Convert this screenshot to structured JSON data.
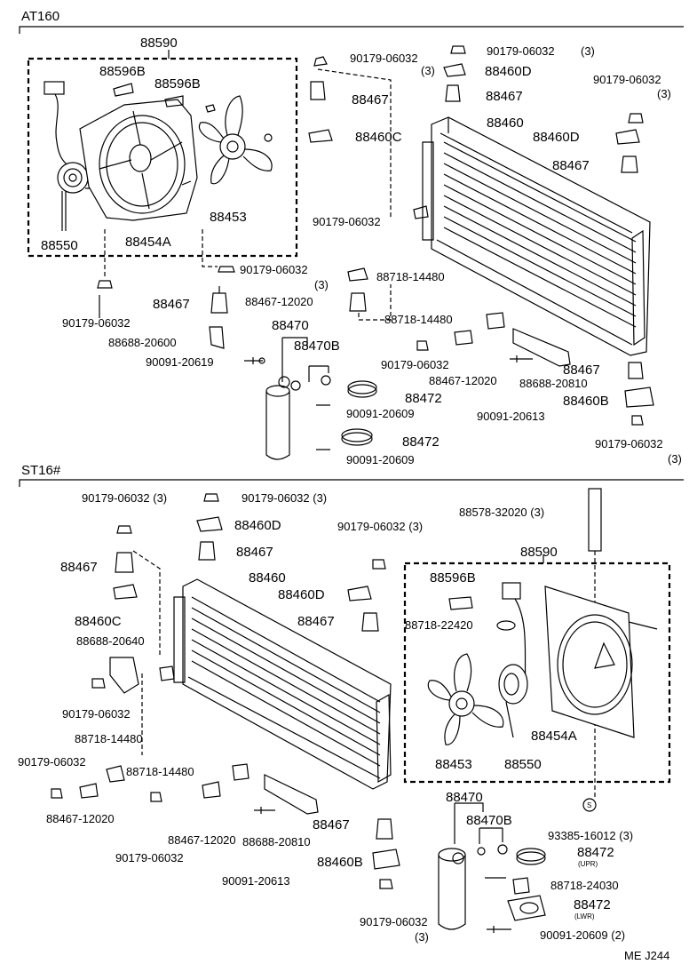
{
  "sections": {
    "upper": "AT160",
    "lower": "ST16#"
  },
  "footer_code": "ME J244",
  "upper": {
    "assy_88590": "88590",
    "shroud_clip_1": "88596B",
    "shroud_clip_2": "88596B",
    "motor": "88550",
    "shroud": "88454A",
    "fan": "88453",
    "nut_top_1": "90179-06032",
    "nut_top_2": "90179-06032",
    "nut_top_2_qty": "(3)",
    "bracket_d_top": "88460D",
    "bracket_d_top_qty": "(3)",
    "cushion_top_1": "88467",
    "cushion_top_2": "88467",
    "bracket_c": "88460C",
    "nut_right": "90179-06032",
    "nut_right_qty": "(3)",
    "bracket_d_right": "88460D",
    "cushion_right": "88467",
    "condenser": "88460",
    "nut_mid": "90179-06032",
    "nut_mid2": "90179-06032",
    "nut_mid2_qty": "(3)",
    "pipe_88718_a": "88718-14480",
    "pipe_88467_a": "88467-12020",
    "cushion_left": "88467",
    "nut_left": "90179-06032",
    "bracket_left": "88688-20600",
    "bolt_left": "90091-20619",
    "receiver": "88470",
    "receiver_part": "88470B",
    "clamp_1": "88472",
    "bolt_1": "90091-20609",
    "clamp_2": "88472",
    "bolt_2": "90091-20609",
    "pipe_88718_b": "88718-14480",
    "nut_lower": "90179-06032",
    "pipe_88467_b": "88467-12020",
    "bracket_lower": "88688-20810",
    "bolt_lower": "90091-20613",
    "cushion_lower_right": "88467",
    "bracket_b": "88460B",
    "nut_bottom_right": "90179-06032",
    "nut_bottom_right_qty": "(3)"
  },
  "lower": {
    "nut_1": "90179-06032 (3)",
    "nut_2": "90179-06032 (3)",
    "bracket_d": "88460D",
    "cushion_a": "88467",
    "nut_3": "90179-06032 (3)",
    "spacer": "88578-32020 (3)",
    "cushion_left": "88467",
    "condenser": "88460",
    "bracket_d2": "88460D",
    "cushion_b": "88467",
    "assy_88590": "88590",
    "shroud_clip": "88596B",
    "pipe_top": "88718-22420",
    "bracket_c": "88460C",
    "bracket_left": "88688-20640",
    "nut_left": "90179-06032",
    "pipe_88718_a": "88718-14480",
    "nut_far_left": "90179-06032",
    "pipe_88718_b": "88718-14480",
    "pipe_88467_a": "88467-12020",
    "pipe_88467_b": "88467-12020",
    "nut_bottom": "90179-06032",
    "bracket_lower": "88688-20810",
    "bolt_lower": "90091-20613",
    "cushion_lower": "88467",
    "bracket_b": "88460B",
    "fan": "88453",
    "motor": "88550",
    "shroud": "88454A",
    "receiver": "88470",
    "receiver_part": "88470B",
    "seal_93385": "93385-16012 (3)",
    "clamp_upr": "88472",
    "clamp_upr_note": "(UPR)",
    "pipe_24030": "88718-24030",
    "clamp_lwr": "88472",
    "clamp_lwr_note": "(LWR)",
    "nut_bottom2": "90179-06032",
    "nut_bottom2_qty": "(3)",
    "bolt_bottom": "90091-20609 (2)",
    "s_mark": "S"
  }
}
